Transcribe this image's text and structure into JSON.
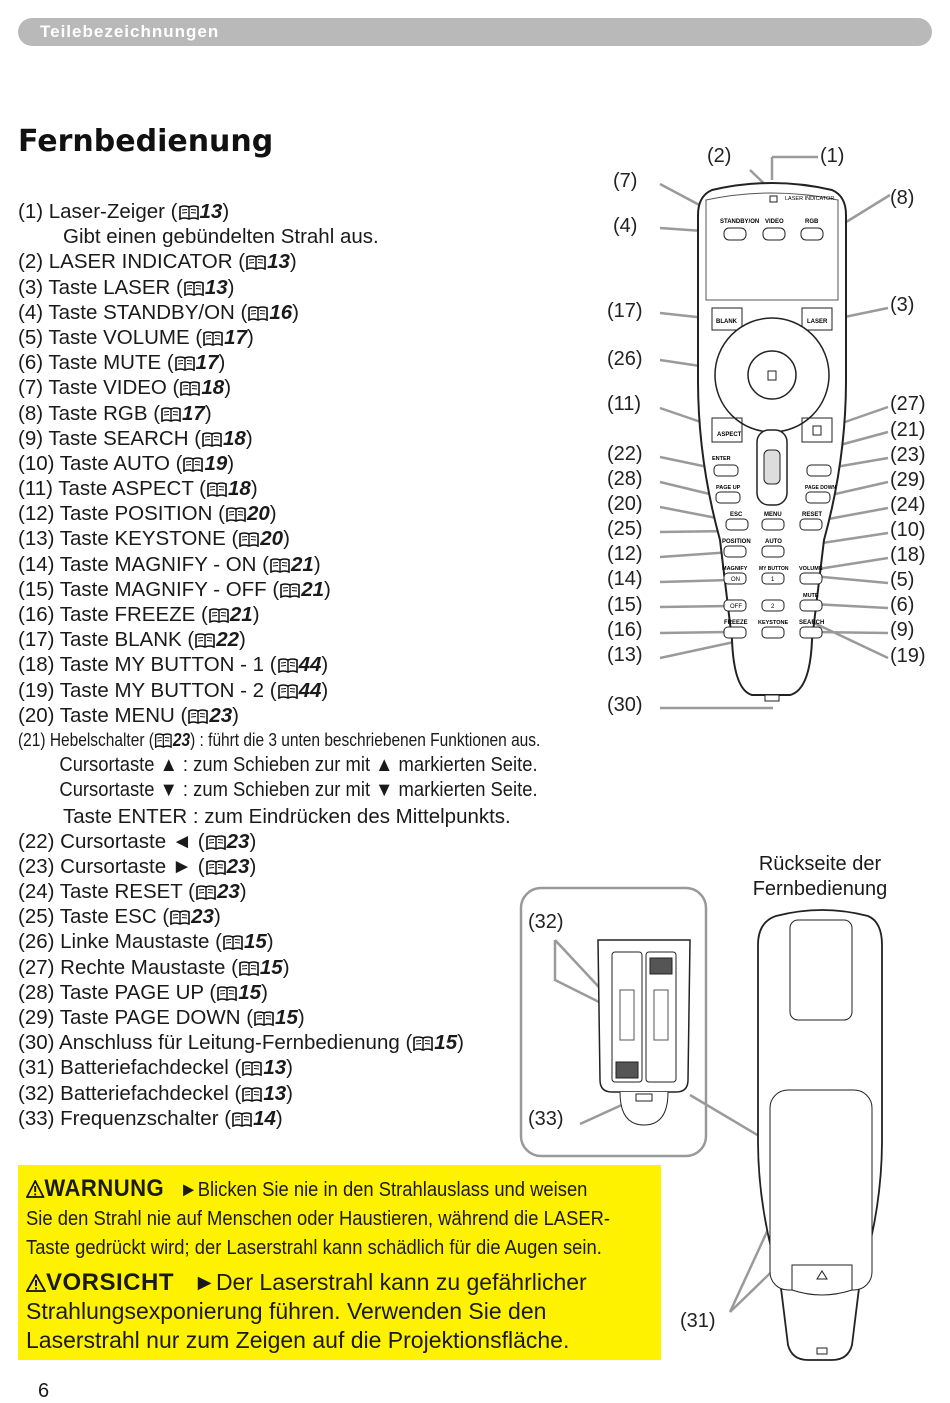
{
  "header": {
    "section": "Teilebezeichnungen"
  },
  "title": "Fernbedienung",
  "parts": [
    {
      "text": "(1) Laser-Zeiger (",
      "ref": "13",
      "tail": ")"
    },
    {
      "text": "Gibt einen gebündelten Strahl aus.",
      "indent": true
    },
    {
      "text": "(2) LASER INDICATOR (",
      "ref": "13",
      "tail": ")"
    },
    {
      "text": "(3) Taste LASER (",
      "ref": "13",
      "tail": ")"
    },
    {
      "text": "(4) Taste STANDBY/ON (",
      "ref": "16",
      "tail": ")"
    },
    {
      "text": "(5) Taste VOLUME (",
      "ref": "17",
      "tail": ")"
    },
    {
      "text": "(6) Taste MUTE (",
      "ref": "17",
      "tail": ")"
    },
    {
      "text": "(7) Taste VIDEO (",
      "ref": "18",
      "tail": ")"
    },
    {
      "text": "(8) Taste RGB (",
      "ref": "17",
      "tail": ")"
    },
    {
      "text": "(9) Taste SEARCH (",
      "ref": "18",
      "tail": ")"
    },
    {
      "text": "(10) Taste AUTO (",
      "ref": "19",
      "tail": ")"
    },
    {
      "text": "(11) Taste ASPECT (",
      "ref": "18",
      "tail": ")"
    },
    {
      "text": "(12) Taste POSITION (",
      "ref": "20",
      "tail": ")"
    },
    {
      "text": "(13) Taste KEYSTONE (",
      "ref": "20",
      "tail": ")"
    },
    {
      "text": "(14) Taste MAGNIFY - ON (",
      "ref": "21",
      "tail": ")"
    },
    {
      "text": "(15) Taste MAGNIFY - OFF (",
      "ref": "21",
      "tail": ")"
    },
    {
      "text": "(16) Taste FREEZE (",
      "ref": "21",
      "tail": ")"
    },
    {
      "text": "(17) Taste BLANK (",
      "ref": "22",
      "tail": ")"
    },
    {
      "text": "(18) Taste MY BUTTON - 1 (",
      "ref": "44",
      "tail": ")"
    },
    {
      "text": "(19) Taste MY BUTTON - 2 (",
      "ref": "44",
      "tail": ")"
    },
    {
      "text": "(20) Taste MENU (",
      "ref": "23",
      "tail": ")"
    },
    {
      "text": "(21) Hebelschalter (",
      "ref": "23",
      "tail": ") : führt die 3 unten beschriebenen Funktionen aus.",
      "condensed": true
    },
    {
      "text": "Cursortaste ▲ : zum Schieben zur mit ▲ markierten Seite.",
      "condensed2": true
    },
    {
      "text": "Cursortaste ▼ : zum Schieben zur mit ▼ markierten Seite.",
      "condensed2": true
    },
    {
      "text": "Taste ENTER : zum Eindrücken des Mittelpunkts.",
      "indent": true
    },
    {
      "text": "(22) Cursortaste ◄ (",
      "ref": "23",
      "tail": ")"
    },
    {
      "text": "(23) Cursortaste ► (",
      "ref": "23",
      "tail": ")"
    },
    {
      "text": "(24) Taste RESET (",
      "ref": "23",
      "tail": ")"
    },
    {
      "text": "(25) Taste ESC (",
      "ref": "23",
      "tail": ")"
    },
    {
      "text": "(26) Linke Maustaste (",
      "ref": "15",
      "tail": ")"
    },
    {
      "text": "(27) Rechte Maustaste (",
      "ref": "15",
      "tail": ")"
    },
    {
      "text": "(28) Taste PAGE UP (",
      "ref": "15",
      "tail": ")"
    },
    {
      "text": "(29) Taste PAGE DOWN (",
      "ref": "15",
      "tail": ")"
    },
    {
      "text": "(30) Anschluss für Leitung-Fernbedienung (",
      "ref": "15",
      "tail": ")"
    },
    {
      "text": "(31) Batteriefachdeckel (",
      "ref": "13",
      "tail": ")"
    },
    {
      "text": "(32) Batteriefachdeckel (",
      "ref": "13",
      "tail": ")"
    },
    {
      "text": "(33) Frequenzschalter (",
      "ref": "14",
      "tail": ")"
    }
  ],
  "callouts_left": [
    "(7)",
    "(4)",
    "(17)",
    "(26)",
    "(11)",
    "(22)",
    "(28)",
    "(20)",
    "(25)",
    "(12)",
    "(14)",
    "(15)",
    "(16)",
    "(13)",
    "(30)"
  ],
  "callouts_right": [
    "(2)",
    "(1)",
    "(8)",
    "(3)",
    "(27)",
    "(21)",
    "(23)",
    "(29)",
    "(24)",
    "(10)",
    "(18)",
    "(5)",
    "(6)",
    "(9)",
    "(19)"
  ],
  "callouts_bottom": [
    "(32)",
    "(33)",
    "(31)"
  ],
  "remote_labels": {
    "laser_indicator": "LASER INDICATOR",
    "standby": "STANDBY/ON",
    "video": "VIDEO",
    "rgb": "RGB",
    "blank": "BLANK",
    "laser": "LASER",
    "aspect": "ASPECT",
    "enter": "ENTER",
    "page_up": "PAGE UP",
    "page_down": "PAGE DOWN",
    "esc": "ESC",
    "menu": "MENU",
    "reset": "RESET",
    "position": "POSITION",
    "auto": "AUTO",
    "magnify": "MAGNIFY",
    "my_button": "MY BUTTON",
    "volume": "VOLUME",
    "on": "ON",
    "off": "OFF",
    "one": "1",
    "two": "2",
    "mute": "MUTE",
    "freeze": "FREEZE",
    "keystone": "KEYSTONE",
    "search": "SEARCH"
  },
  "back_caption": [
    "Rückseite der",
    "Fernbedienung"
  ],
  "warning": {
    "label": "WARNUNG",
    "text_lines": [
      "►Blicken Sie nie in den Strahlauslass und weisen",
      "Sie den Strahl nie auf Menschen oder Haustieren, während die LASER-",
      "Taste gedrückt wird; der Laserstrahl kann schädlich für die Augen sein."
    ]
  },
  "caution": {
    "label": "VORSICHT",
    "text_lines": [
      "►Der Laserstrahl kann zu gefährlicher",
      "Strahlungsexponierung führen. Verwenden Sie den",
      "Laserstrahl nur zum Zeigen auf die Projektionsfläche."
    ]
  },
  "page_number": "6"
}
